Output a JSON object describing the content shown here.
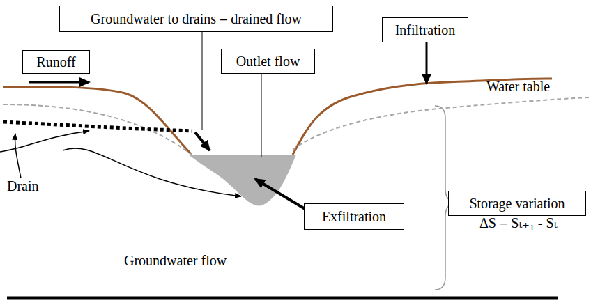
{
  "diagram": {
    "nodes": [
      {
        "text": [
          "Groundwater to drains = drained flow"
        ]
      },
      {
        "text": [
          "Infiltration"
        ]
      },
      {
        "text": [
          "Runoff"
        ]
      },
      {
        "text": [
          "Outlet flow"
        ]
      },
      {
        "text": [
          "Exfiltration"
        ]
      },
      {
        "text": [
          "Storage variation"
        ]
      }
    ],
    "labels": [
      "Water table",
      "Drain",
      "Groundwater flow",
      "ΔS = Sₜ₊₁ - Sₜ"
    ]
  }
}
